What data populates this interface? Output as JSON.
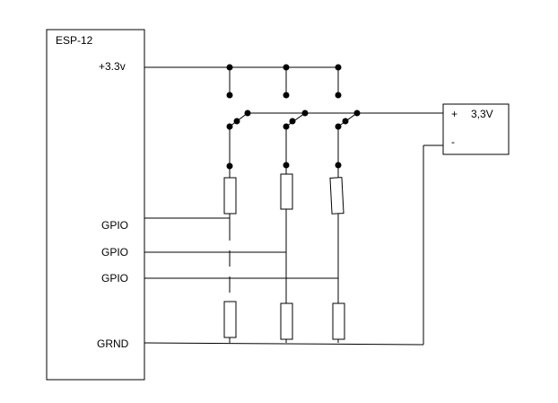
{
  "module": {
    "name": "ESP-12"
  },
  "pins": {
    "vcc": "+3.3v",
    "gpio1": "GPIO",
    "gpio2": "GPIO",
    "gpio3": "GPIO",
    "gnd": "GRND"
  },
  "supply": {
    "plus": "+",
    "voltage": "3,3V",
    "minus": "-"
  }
}
